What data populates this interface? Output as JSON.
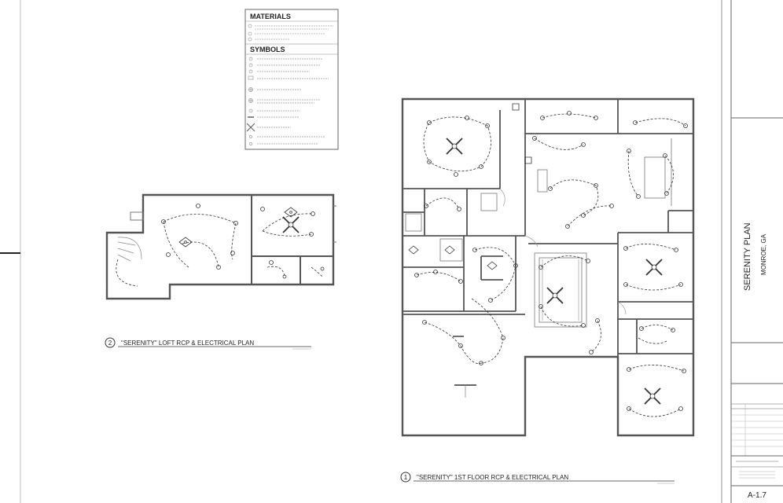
{
  "legend": {
    "materials_heading": "MATERIALS",
    "symbols_heading": "SYMBOLS"
  },
  "loft_plan": {
    "number": "2",
    "title": "\"SERENITY\" LOFT RCP & ELECTRICAL PLAN"
  },
  "first_floor_plan": {
    "number": "1",
    "title": "\"SERENITY\" 1ST FLOOR RCP & ELECTRICAL PLAN"
  },
  "title_block": {
    "project": "SERENITY PLAN",
    "location": "MONROE, GA",
    "sheet_number": "A-1.7"
  },
  "colors": {
    "line": "#333333",
    "wall": "#555555",
    "paper": "#ffffff"
  }
}
